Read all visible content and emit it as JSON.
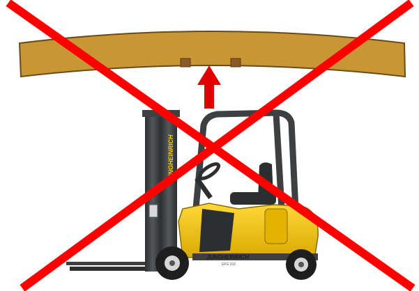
{
  "illustration": {
    "brand_mast": "JUNGHEINRICH",
    "brand_body": "JUNGHEINRICH",
    "model_badge": "EFG 316"
  },
  "colors": {
    "beam": "#c99636",
    "beam_outline": "#6b4a16",
    "blocks": "#8b5a26",
    "arrow": "#e00000",
    "cross": "#ff0000",
    "truck_body": "#f5c400",
    "truck_dark": "#3d3f41",
    "tyre": "#1e1e1e"
  },
  "icons": {
    "prohibition": "red-x-cross-icon",
    "lift_direction": "up-arrow-icon"
  }
}
